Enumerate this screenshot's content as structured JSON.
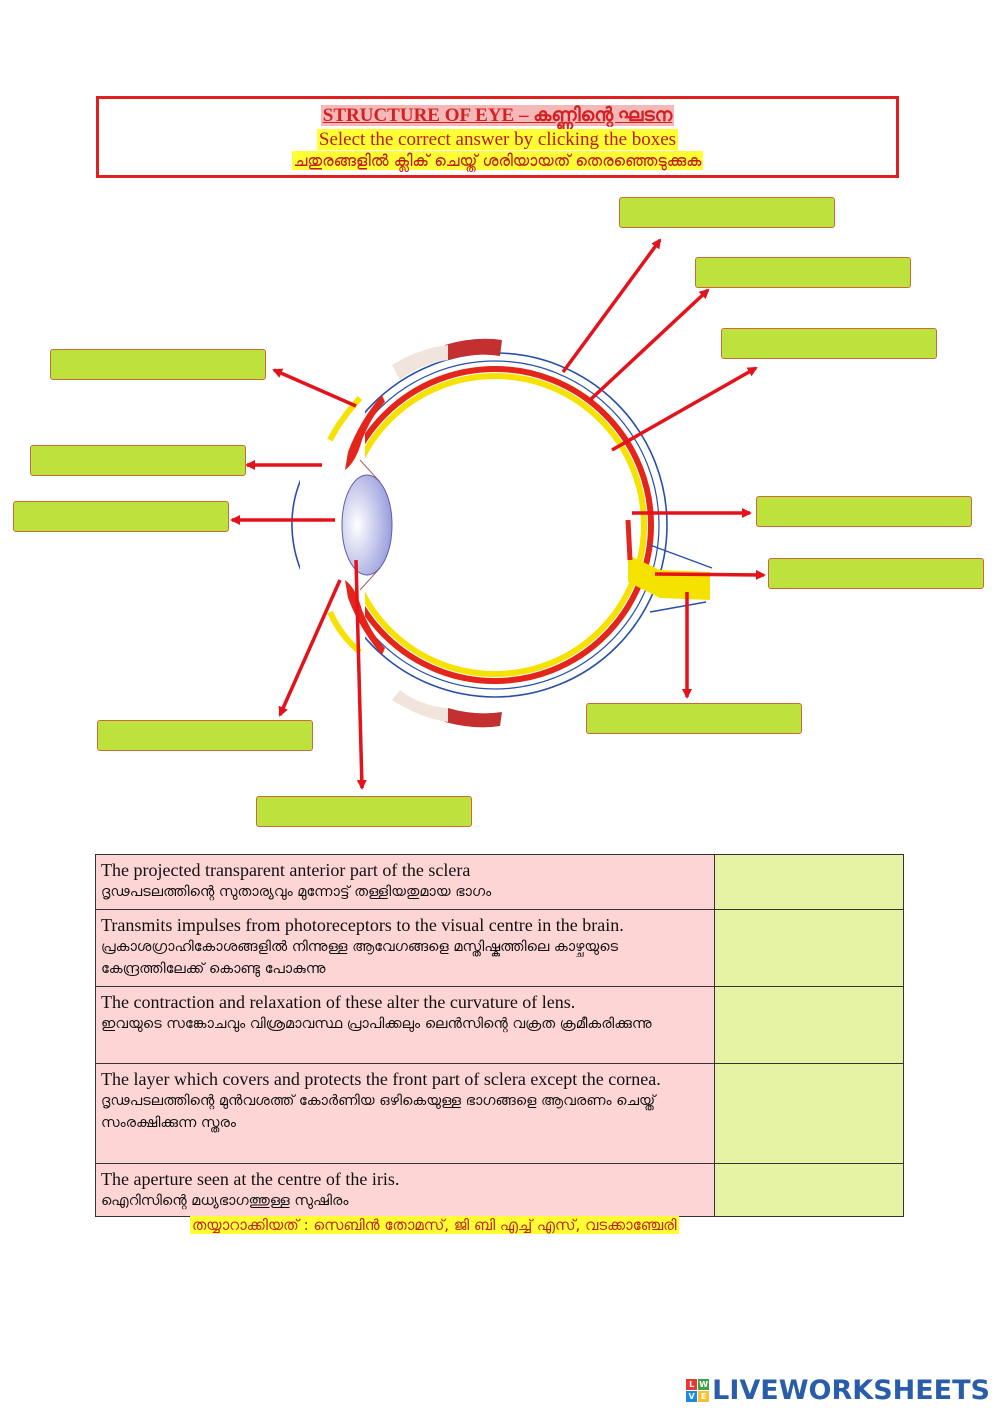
{
  "header": {
    "title": "STRUCTURE OF EYE – കണ്ണിന്റെ ഘടന",
    "instruction_en": "Select the correct answer by clicking the boxes",
    "instruction_ml": "ചതുരങ്ങളിൽ ക്ലിക് ചെയ്ത് ശരിയായത് തെരഞ്ഞെടുക്കുക"
  },
  "answer_boxes": [
    {
      "id": "top-right-1",
      "value": ""
    },
    {
      "id": "top-right-2",
      "value": ""
    },
    {
      "id": "top-right-3",
      "value": ""
    },
    {
      "id": "left-1",
      "value": ""
    },
    {
      "id": "left-2",
      "value": ""
    },
    {
      "id": "left-3",
      "value": ""
    },
    {
      "id": "right-4",
      "value": ""
    },
    {
      "id": "right-5",
      "value": ""
    },
    {
      "id": "bottom-left",
      "value": ""
    },
    {
      "id": "bottom-center",
      "value": ""
    },
    {
      "id": "bottom-right",
      "value": ""
    }
  ],
  "questions": [
    {
      "en": "The projected transparent anterior part of the sclera",
      "ml": "ദൃഢപടലത്തിന്റെ സുതാര്യവും മുന്നോട്ട് തള്ളിയതുമായ ഭാഗം"
    },
    {
      "en": "Transmits impulses from photoreceptors to the visual centre in the brain.",
      "ml": "പ്രകാശഗ്രാഹികോശങ്ങളിൽ നിന്നുള്ള ആവേഗങ്ങളെ മസ്തിഷ്കത്തിലെ കാഴ്ചയുടെ കേന്ദ്രത്തിലേക്ക് കൊണ്ടു പോകുന്നു"
    },
    {
      "en": "The contraction and relaxation of these alter the curvature of lens.",
      "ml": "ഇവയുടെ സങ്കോചവും വിശ്രമാവസ്ഥ പ്രാപിക്കലും ലെൻസിന്റെ വക്രത ക്രമീകരിക്കുന്നു"
    },
    {
      "en": "The layer which covers and protects the front part of sclera except the cornea.",
      "ml": "ദൃഢപടലത്തിന്റെ മുൻവശത്ത് കോർണിയ ഒഴികെയുള്ള ഭാഗങ്ങളെ ആവരണം ചെയ്ത് സംരക്ഷിക്കുന്ന സ്തരം"
    },
    {
      "en": "The aperture seen at the centre of the iris.",
      "ml": "ഐറിസിന്റെ മധ്യഭാഗത്തുള്ള സുഷിരം"
    }
  ],
  "credit": "തയ്യാറാക്കിയത് : സെബിൻ തോമസ്,  ജി ബി എച്ച് എസ്, വടക്കാഞ്ചേരി",
  "brand": {
    "name": "LIVEWORKSHEETS",
    "logo_letters": [
      "L",
      "W",
      "V",
      "E"
    ],
    "logo_colors": [
      "#e53935",
      "#43a047",
      "#1e88e5",
      "#fbc02d"
    ]
  },
  "colors": {
    "arrow": "#e3121b",
    "answer_box": "#bde23c",
    "question_cell": "#fdd5d5",
    "answer_cell": "#e7f3a4"
  }
}
